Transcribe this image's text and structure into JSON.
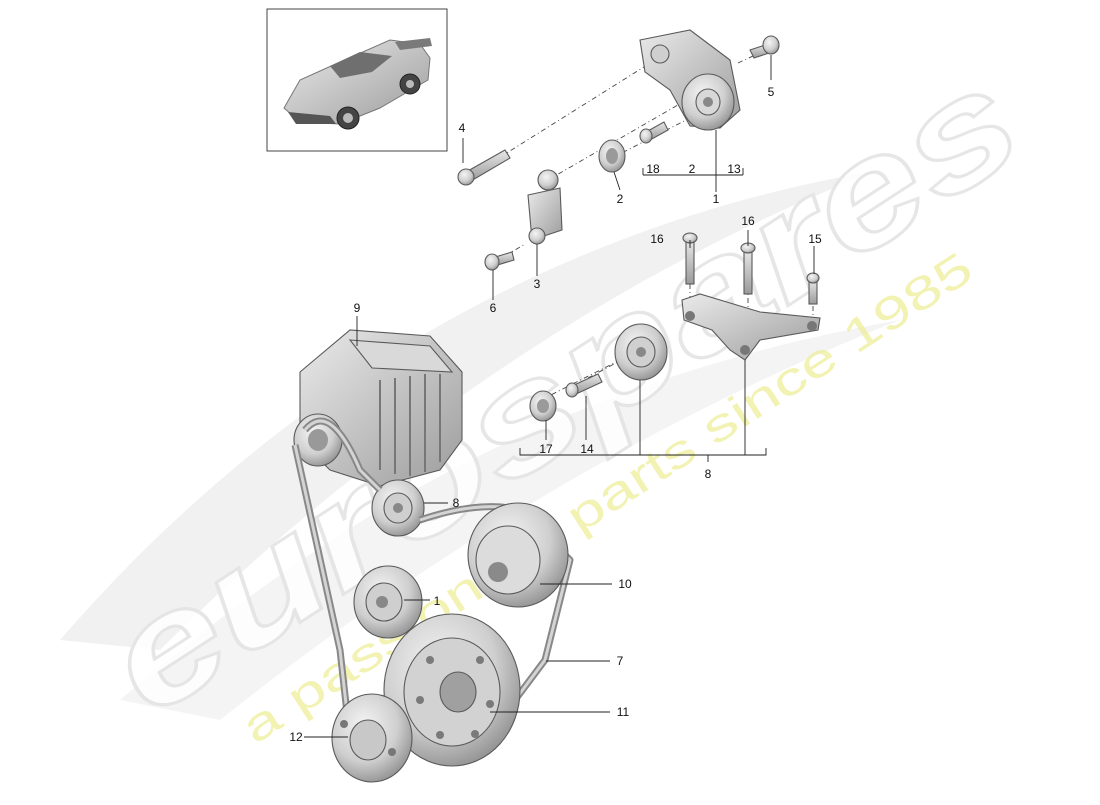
{
  "watermark": {
    "logo_text": "eurospares",
    "slogan": "a passion for parts since 1985"
  },
  "callouts": {
    "c1_top": "1",
    "c2_top": "2",
    "c2_bracket": "2",
    "c3": "3",
    "c4": "4",
    "c5": "5",
    "c6": "6",
    "c13": "13",
    "c18": "18",
    "c16_left": "16",
    "c16_right": "16",
    "c15": "15",
    "c9": "9",
    "c17": "17",
    "c14": "14",
    "c8_bracket": "8",
    "c8_pulley": "8",
    "c10": "10",
    "c1_lower": "1",
    "c7": "7",
    "c11": "11",
    "c12": "12"
  }
}
